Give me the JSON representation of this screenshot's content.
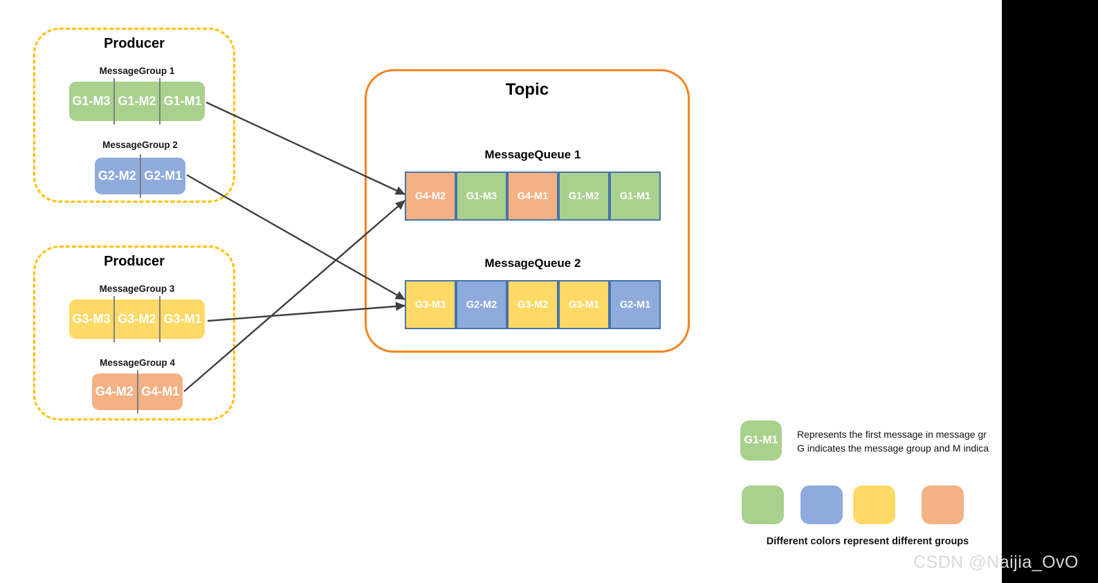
{
  "producers": [
    {
      "title": "Producer",
      "groups": [
        {
          "label": "MessageGroup 1",
          "color": "#A9D18E",
          "messages": [
            "G1-M3",
            "G1-M2",
            "G1-M1"
          ]
        },
        {
          "label": "MessageGroup 2",
          "color": "#8FAADC",
          "messages": [
            "G2-M2",
            "G2-M1"
          ]
        }
      ]
    },
    {
      "title": "Producer",
      "groups": [
        {
          "label": "MessageGroup 3",
          "color": "#FFD966",
          "messages": [
            "G3-M3",
            "G3-M2",
            "G3-M1"
          ]
        },
        {
          "label": "MessageGroup 4",
          "color": "#F4B183",
          "messages": [
            "G4-M2",
            "G4-M1"
          ]
        }
      ]
    }
  ],
  "topic": {
    "title": "Topic",
    "queues": [
      {
        "label": "MessageQueue 1",
        "cells": [
          {
            "text": "G4-M2",
            "color": "#F4B183"
          },
          {
            "text": "G1-M3",
            "color": "#A9D18E"
          },
          {
            "text": "G4-M1",
            "color": "#F4B183"
          },
          {
            "text": "G1-M2",
            "color": "#A9D18E"
          },
          {
            "text": "G1-M1",
            "color": "#A9D18E"
          }
        ]
      },
      {
        "label": "MessageQueue 2",
        "cells": [
          {
            "text": "G3-M3",
            "color": "#FFD966"
          },
          {
            "text": "G2-M2",
            "color": "#8FAADC"
          },
          {
            "text": "G3-M2",
            "color": "#FFD966"
          },
          {
            "text": "G3-M1",
            "color": "#FFD966"
          },
          {
            "text": "G2-M1",
            "color": "#8FAADC"
          }
        ]
      }
    ]
  },
  "legend": {
    "sample": {
      "text": "G1-M1",
      "color": "#A9D18E"
    },
    "line1": "Represents the first message in message gr",
    "line2": "G indicates the message group and M indica",
    "swatches": [
      "#A9D18E",
      "#8FAADC",
      "#FFD966",
      "#F4B183"
    ],
    "caption": "Different colors represent different groups"
  },
  "watermark": "CSDN @Naijia_OvO",
  "colors": {
    "group1_green": "#A9D18E",
    "group2_blue": "#8FAADC",
    "group3_yellow": "#FFD966",
    "group4_orange": "#F4B183",
    "cell_border": "#4674A8",
    "producer_border": "#FFC000",
    "topic_border": "#F5821F",
    "arrow": "#3F3F3F",
    "divider": "#7F7F7F",
    "watermark": "#D9D9D9",
    "side_bar": "#000000"
  }
}
